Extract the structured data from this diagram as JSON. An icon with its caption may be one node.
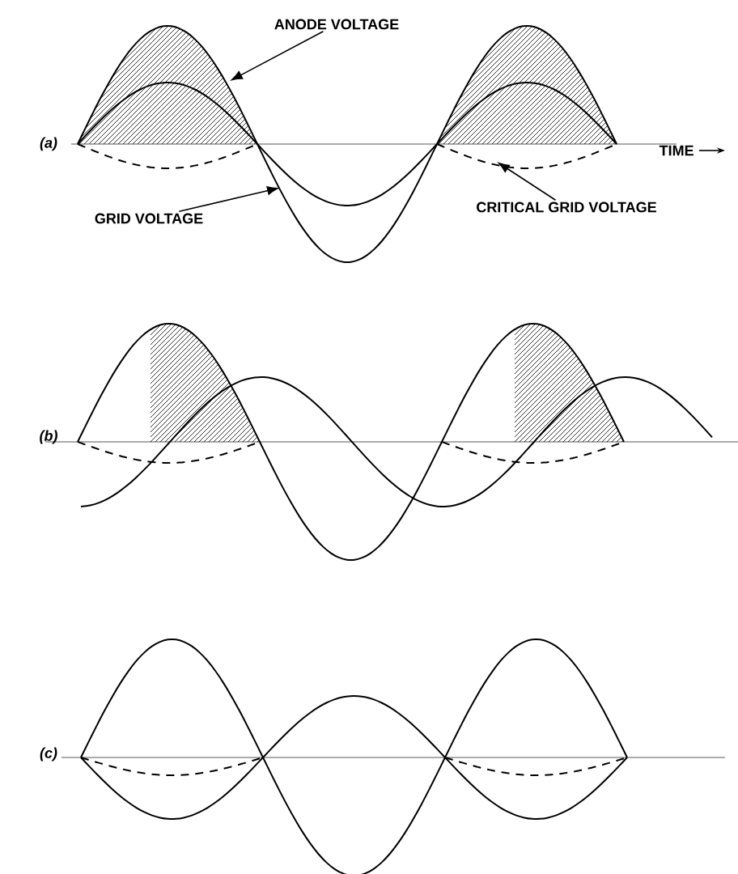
{
  "diagram": {
    "nodes": [
      {
        "text": [
          "ANODE VOLTAGE"
        ]
      },
      {
        "text": [
          "GRID VOLTAGE"
        ]
      },
      {
        "text": [
          "CRITICAL GRID VOLTAGE"
        ]
      }
    ],
    "edges": [
      {
        "from": 0,
        "to": null,
        "arrow": "to"
      },
      {
        "from": 1,
        "to": null,
        "arrow": "to"
      },
      {
        "from": 2,
        "to": null,
        "arrow": "to"
      }
    ],
    "labels": [
      "(a)",
      "TIME",
      "(b)",
      "(c)"
    ]
  }
}
